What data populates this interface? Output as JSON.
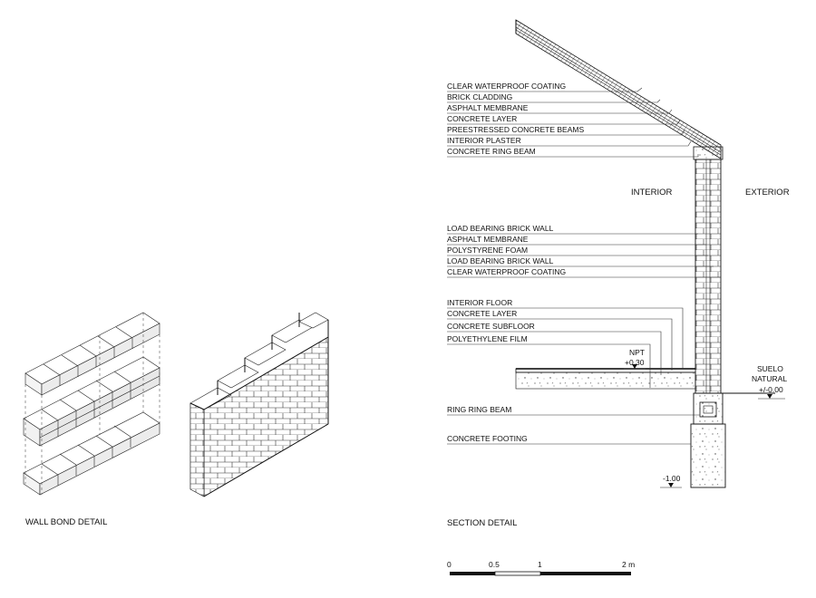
{
  "captions": {
    "wall_bond": "WALL BOND DETAIL",
    "section": "SECTION DETAIL"
  },
  "spaces": {
    "interior": "INTERIOR",
    "exterior": "EXTERIOR"
  },
  "roof_labels": [
    "CLEAR WATERPROOF COATING",
    "BRICK CLADDING",
    "ASPHALT MEMBRANE",
    "CONCRETE LAYER",
    "PREESTRESSED CONCRETE BEAMS",
    "INTERIOR PLASTER",
    "CONCRETE RING BEAM"
  ],
  "wall_labels": [
    "LOAD BEARING BRICK WALL",
    "ASPHALT MEMBRANE",
    "POLYSTYRENE FOAM",
    "LOAD BEARING BRICK WALL",
    "CLEAR WATERPROOF COATING"
  ],
  "floor_labels": [
    "INTERIOR FLOOR",
    "CONCRETE LAYER",
    "CONCRETE SUBFLOOR",
    "POLYETHYLENE FILM"
  ],
  "foundation_labels": [
    "RING RING BEAM",
    "CONCRETE FOOTING"
  ],
  "levels": {
    "npt_name": "NPT",
    "npt_value": "+0.30",
    "ground_name_1": "SUELO",
    "ground_name_2": "NATURAL",
    "ground_value": "+/-0.00",
    "footing_value": "-1.00"
  },
  "scale_bar": {
    "labels": [
      "0",
      "0.5",
      "1",
      "2 m"
    ]
  }
}
